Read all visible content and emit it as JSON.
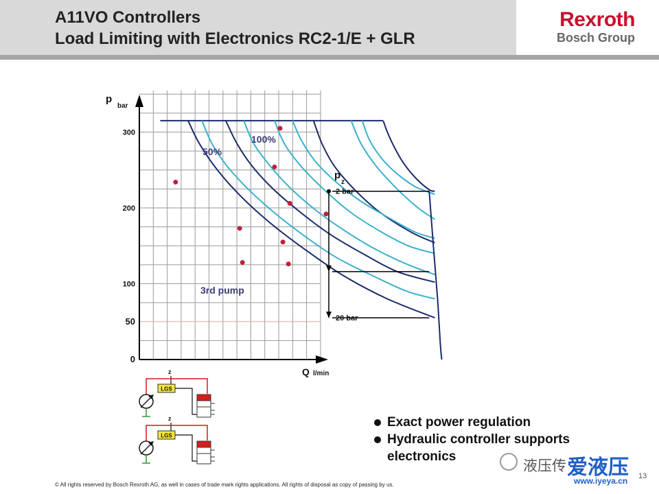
{
  "header": {
    "title_line1": "A11VO Controllers",
    "title_line2": "Load Limiting with Electronics RC2-1/E + GLR",
    "logo_main": "Rexroth",
    "logo_sub": "Bosch Group"
  },
  "chart_data": {
    "type": "line",
    "title": "",
    "xlabel": "Q",
    "xunit": "l/min",
    "ylabel": "p",
    "yunit": "bar",
    "ylim": [
      0,
      370
    ],
    "yticks": [
      0,
      50,
      100,
      200,
      300
    ],
    "grid": true,
    "max_pressure": 315,
    "pz_label": "p",
    "pz_sub": "z",
    "pz_levels": [
      {
        "label": "2 bar",
        "p": 222
      },
      {
        "label": "",
        "p": 116
      },
      {
        "label": "20 bar",
        "p": 55
      }
    ],
    "curve_labels": {
      "full": "100%",
      "half": "50%",
      "third": "3rd pump"
    },
    "series": [
      {
        "name": "100%",
        "style": "dark",
        "x": [
          17.5,
          17.8,
          18.3,
          19,
          19.9,
          20.8,
          21.2
        ],
        "y": [
          315,
          300,
          280,
          258,
          238,
          224,
          222
        ]
      },
      {
        "name": "50%",
        "style": "dark",
        "x": [
          12.5,
          13.1,
          14,
          15.4,
          17.2,
          19.5,
          21.2
        ],
        "y": [
          315,
          285,
          255,
          225,
          195,
          168,
          154
        ]
      },
      {
        "name": "3rd pump",
        "style": "dark",
        "x": [
          6.2,
          7,
          8.1,
          9.6,
          11.5,
          13.7,
          16,
          18.5,
          21.2
        ],
        "y": [
          315,
          285,
          255,
          225,
          195,
          165,
          140,
          116,
          102
        ]
      },
      {
        "name": "",
        "style": "light",
        "x": [
          16,
          16.5,
          17.4,
          18.5,
          19.8,
          21.2
        ],
        "y": [
          315,
          290,
          265,
          245,
          228,
          218
        ]
      },
      {
        "name": "",
        "style": "light",
        "x": [
          15.2,
          15.9,
          17,
          18.5,
          20,
          21.2
        ],
        "y": [
          315,
          285,
          255,
          225,
          200,
          185
        ]
      },
      {
        "name": "",
        "style": "light",
        "x": [
          11,
          11.6,
          12.6,
          14,
          15.8,
          17.8,
          19.8,
          21.2
        ],
        "y": [
          315,
          290,
          262,
          236,
          210,
          188,
          168,
          160
        ]
      },
      {
        "name": "",
        "style": "light",
        "x": [
          9.7,
          10.4,
          11.6,
          13.2,
          15.1,
          17.2,
          19.3,
          21.2
        ],
        "y": [
          315,
          285,
          255,
          225,
          195,
          170,
          150,
          140
        ]
      },
      {
        "name": "",
        "style": "light",
        "x": [
          7.5,
          8.2,
          9.4,
          10.9,
          12.8,
          14.9,
          17.1,
          19.3,
          21.2
        ],
        "y": [
          315,
          285,
          255,
          225,
          195,
          168,
          144,
          125,
          112
        ]
      },
      {
        "name": "",
        "style": "light",
        "x": [
          4.5,
          5.2,
          6.3,
          7.8,
          9.6,
          11.7,
          14.1,
          16.8,
          19.2,
          21.2
        ],
        "y": [
          315,
          285,
          255,
          225,
          195,
          165,
          135,
          110,
          90,
          80
        ]
      },
      {
        "name": "",
        "style": "dark",
        "x": [
          3.5,
          4.3,
          5.6,
          7.3,
          9.4,
          11.9,
          14.7,
          17.8,
          21.2
        ],
        "y": [
          315,
          285,
          250,
          215,
          180,
          145,
          110,
          80,
          55
        ]
      },
      {
        "name": "",
        "style": "dark",
        "x": [
          20.8,
          21.1,
          21.4,
          21.6,
          21.7
        ],
        "y": [
          222,
          150,
          80,
          20,
          0
        ]
      }
    ],
    "markers": [
      [
        2.6,
        234
      ],
      [
        7.2,
        173
      ],
      [
        7.4,
        128
      ],
      [
        10.1,
        305
      ],
      [
        9.7,
        254
      ],
      [
        10.8,
        206
      ],
      [
        13.4,
        192
      ],
      [
        10.3,
        155
      ],
      [
        10.7,
        126
      ]
    ]
  },
  "circuit": {
    "lgs_label": "LGS",
    "z_label": "z"
  },
  "bullets": [
    "Exact power regulation",
    "Hydraulic controller supports electronics"
  ],
  "footer": "© All rights reserved by Bosch Rexroth AG, as well in cases of trade mark rights applications. All rights of disposal as copy of passing by us.",
  "watermark": {
    "wechat_text": "液压传",
    "brand": "爱液压",
    "url": "www.iyeya.cn"
  },
  "page_number": "13"
}
